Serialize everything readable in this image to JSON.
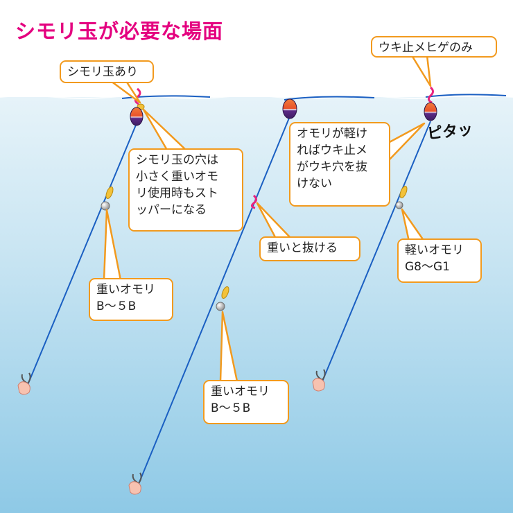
{
  "title": "シモリ玉が必要な場面",
  "callouts": {
    "shimori_ari": "シモリ玉あり",
    "uki_dome": "ウキ止メヒゲのみ",
    "shimori_hole": "シモリ玉の穴は\n小さく重いオモ\nリ使用時もスト\nッパーになる",
    "light_sinker_note": "オモリが軽け\nればウキ止メ\nがウキ穴を抜\nけない",
    "heavy_pulls_through": "重いと抜ける",
    "heavy_weight_1": "重いオモリ\nB～５B",
    "heavy_weight_2": "重いオモリ\nB～５B",
    "light_weight": "軽いオモリ\nG8～G1"
  },
  "pitatsu": "ピタッ",
  "colors": {
    "title": "#e4007f",
    "callout_border": "#f29a1e",
    "water_top": "#e6f3f9",
    "water_bottom": "#8ec9e6",
    "line": "#1a5fc2",
    "float_top": "#ee5a2a",
    "float_bottom": "#5b2a86",
    "stopper": "#e8237f",
    "shimori_bead": "#f3c23a",
    "sinker": "#a8a8a8",
    "bait": "#f7c2b0"
  }
}
